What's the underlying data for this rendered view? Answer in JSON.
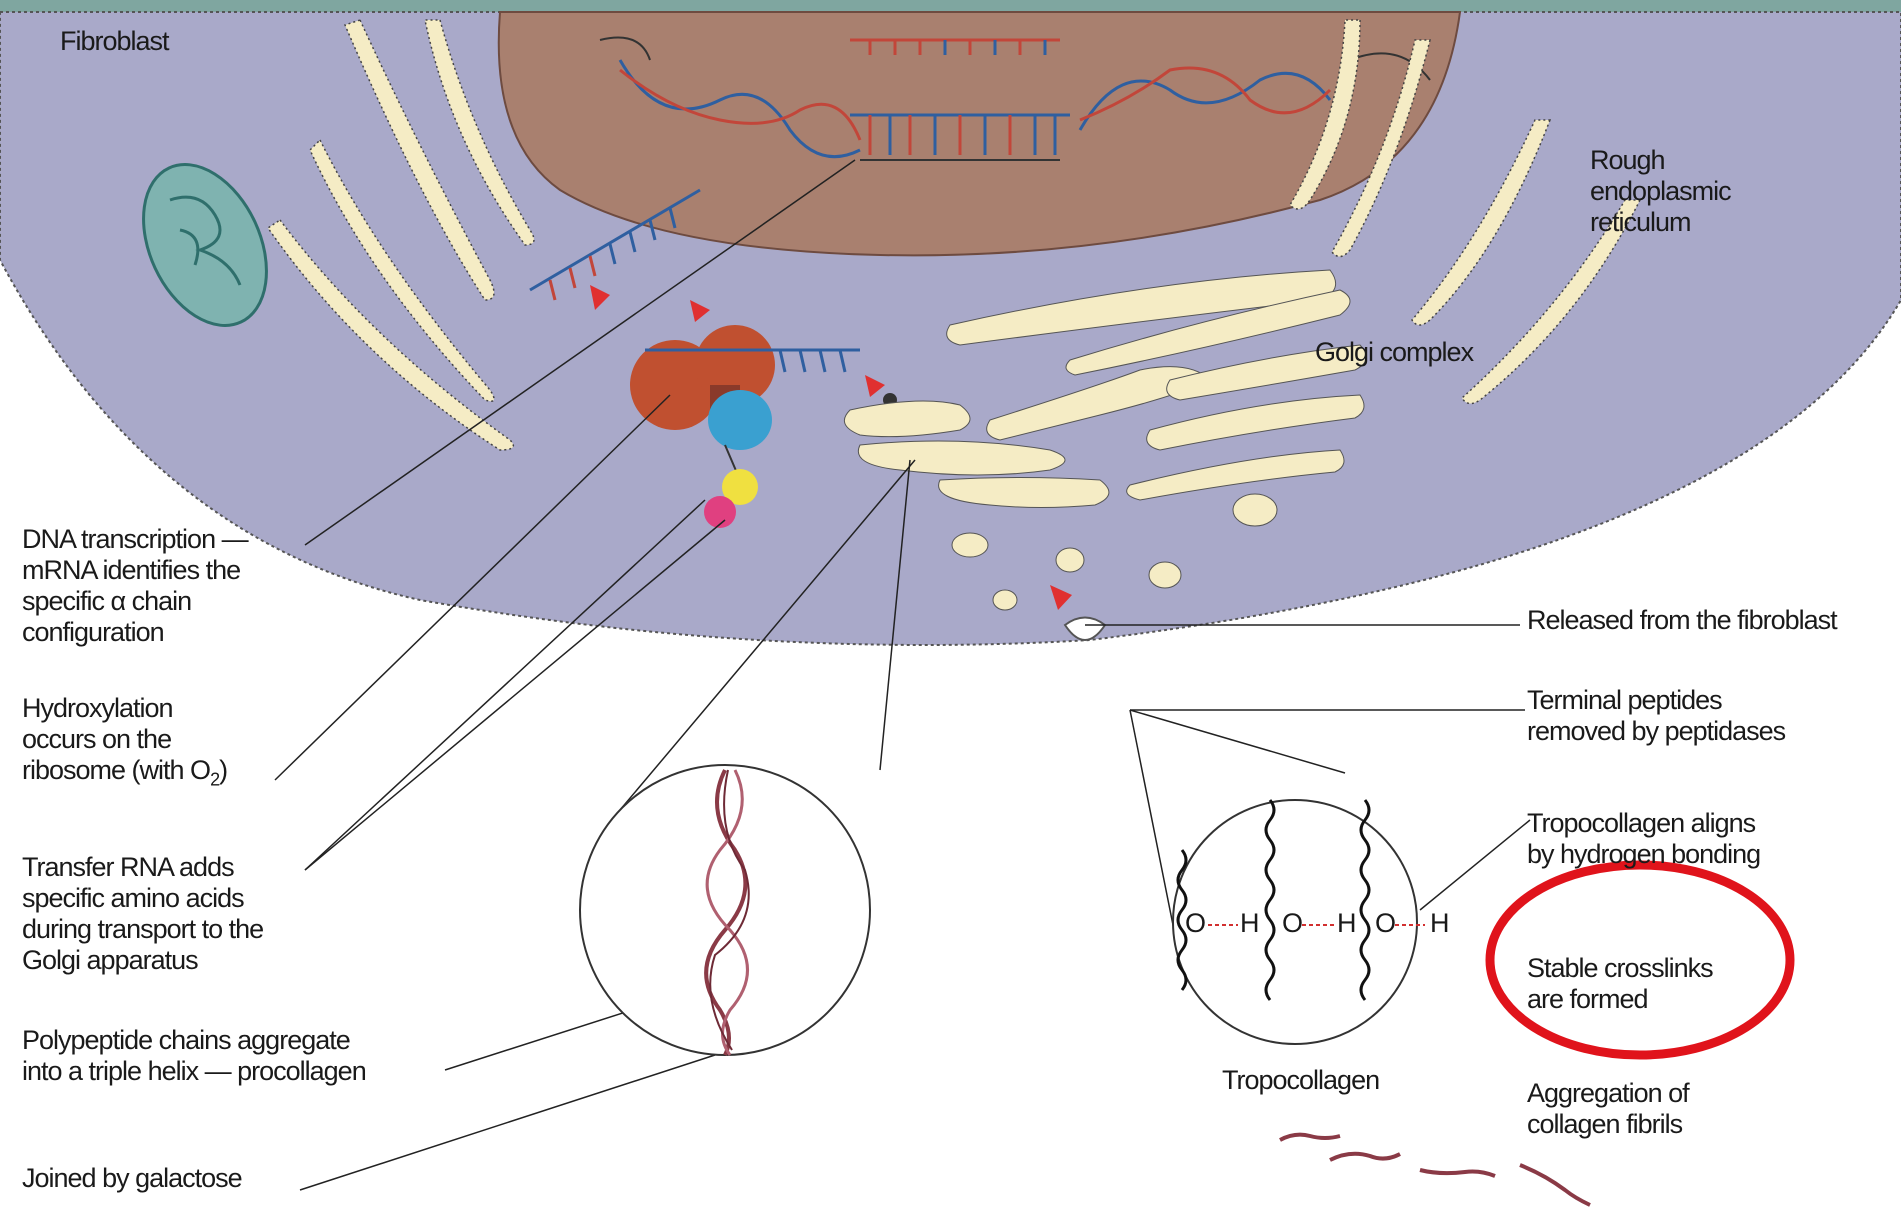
{
  "labels": {
    "fibroblast": "Fibroblast",
    "rough_er": [
      "Rough",
      "endoplasmic",
      "reticulum"
    ],
    "golgi": "Golgi complex",
    "dna_transcription": [
      "DNA transcription —",
      "mRNA identifies the",
      "specific α chain",
      "configuration"
    ],
    "hydroxylation": [
      "Hydroxylation",
      "occurs on the",
      "ribosome (with O",
      ")"
    ],
    "hydroxylation_subscript": "2",
    "transfer_rna": [
      "Transfer RNA adds",
      "specific amino acids",
      "during transport to the",
      "Golgi apparatus"
    ],
    "polypeptide": [
      "Polypeptide chains aggregate",
      "into a triple helix — procollagen"
    ],
    "galactose": "Joined by galactose",
    "released": "Released from the fibroblast",
    "terminal_peptides": [
      "Terminal peptides",
      "removed by peptidases"
    ],
    "tropocollagen_aligns": [
      "Tropocollagen aligns",
      "by hydrogen bonding"
    ],
    "crosslinks": [
      "Stable crosslinks",
      "are formed"
    ],
    "tropocollagen": "Tropocollagen",
    "aggregation": [
      "Aggregation of",
      "collagen fibrils"
    ],
    "bond_o": "O",
    "bond_h": "H"
  },
  "colors": {
    "cytoplasm": "#a9a9c9",
    "nucleus": "#a9806f",
    "organelle": "#f5ecc5",
    "highlight_circle": "#e0131b",
    "collagen": "#8a3a46",
    "bond_dash": "#d23030"
  }
}
